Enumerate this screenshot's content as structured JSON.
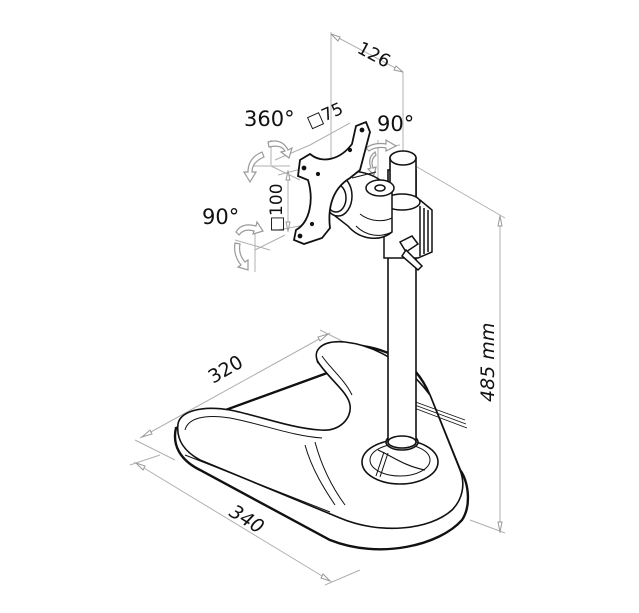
{
  "diagram": {
    "subject": "Monitor desk stand with tilt/swivel VESA mount",
    "colors": {
      "outline": "#111111",
      "dimension_line": "#aaaaaa",
      "arrow_fill": "#ffffff",
      "background": "#ffffff"
    },
    "dimensions": {
      "arm_offset": "126",
      "vesa_small": "□75",
      "vesa_large": "□100",
      "base_depth": "320",
      "base_width": "340",
      "height": "485 mm"
    },
    "rotations": {
      "rotate": "360°",
      "swivel": "90°",
      "tilt": "90°"
    }
  }
}
